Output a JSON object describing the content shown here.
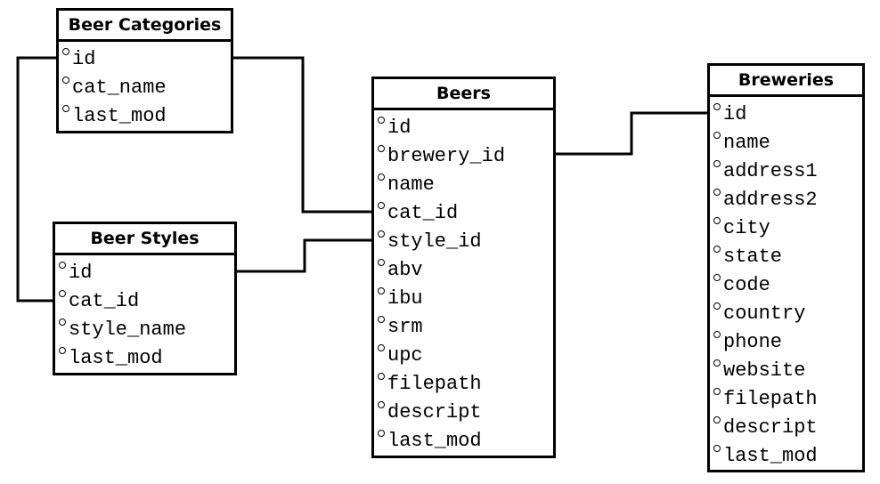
{
  "entities": {
    "beer_categories": {
      "title": "Beer Categories",
      "fields": [
        "id",
        "cat_name",
        "last_mod"
      ]
    },
    "beer_styles": {
      "title": "Beer Styles",
      "fields": [
        "id",
        "cat_id",
        "style_name",
        "last_mod"
      ]
    },
    "beers": {
      "title": "Beers",
      "fields": [
        "id",
        "brewery_id",
        "name",
        "cat_id",
        "style_id",
        "abv",
        "ibu",
        "srm",
        "upc",
        "filepath",
        "descript",
        "last_mod"
      ]
    },
    "breweries": {
      "title": "Breweries",
      "fields": [
        "id",
        "name",
        "address1",
        "address2",
        "city",
        "state",
        "code",
        "country",
        "phone",
        "website",
        "filepath",
        "descript",
        "last_mod"
      ]
    }
  },
  "relationships": [
    {
      "from": "beer_categories.id",
      "to": "beer_styles.cat_id"
    },
    {
      "from": "beer_categories.id",
      "to": "beers.cat_id"
    },
    {
      "from": "beer_styles.id",
      "to": "beers.style_id"
    },
    {
      "from": "beers.brewery_id",
      "to": "breweries.id"
    }
  ]
}
